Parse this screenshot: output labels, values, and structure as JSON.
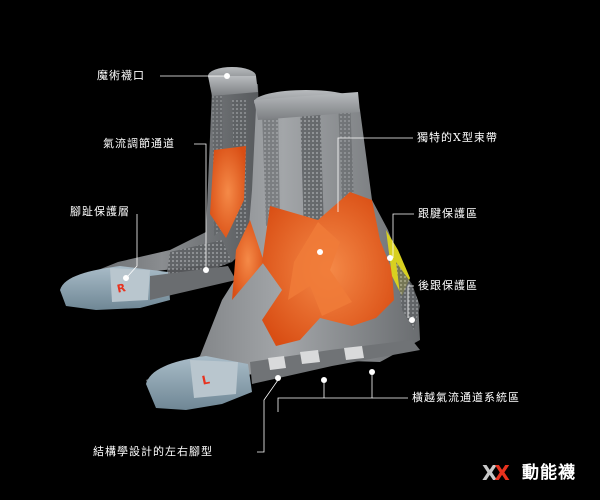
{
  "labels": {
    "cuff": "魔術襪口",
    "airflow_channel": "氣流調節通道",
    "toe_layer": "腳趾保護層",
    "x_band": "獨特的X型束帶",
    "achilles": "跟腱保護區",
    "heel": "後跟保護區",
    "cross_airflow": "橫越氣流通道系統區",
    "anatomic": "結構學設計的左右腳型"
  },
  "foot_marks": {
    "right": "R",
    "left": "L"
  },
  "brand": {
    "mark_left": "X",
    "mark_right": "X",
    "text": "動能襪"
  },
  "colors": {
    "background": "#000000",
    "sock_gray": "#8a8d90",
    "accent_orange": "#f06a28",
    "accent_yellow": "#d8d020",
    "sole_blue": "#8fa6b4"
  }
}
